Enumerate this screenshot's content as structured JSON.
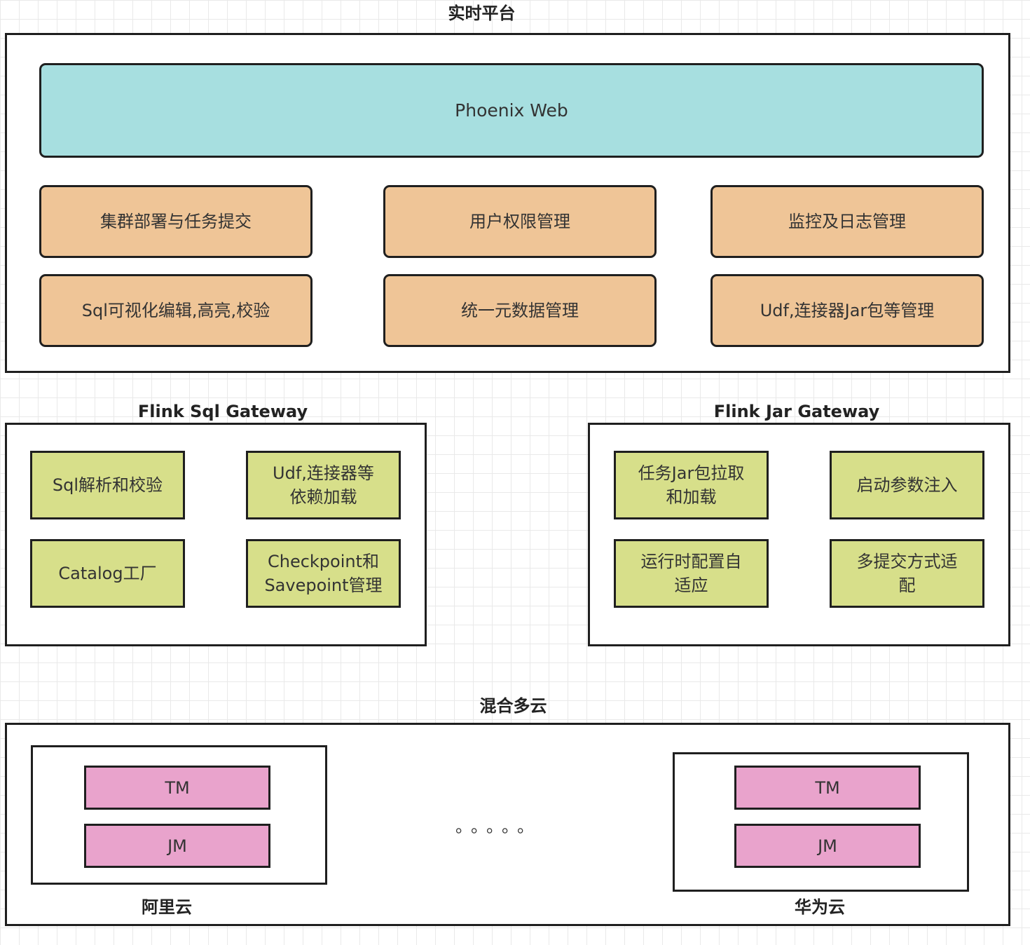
{
  "colors": {
    "web": "#a7dfe0",
    "feature": "#efc597",
    "gateway_item": "#d7df8a",
    "cloud_component": "#e9a3cc",
    "border": "#1f1f1f"
  },
  "platform": {
    "title": "实时平台",
    "web": "Phoenix Web",
    "features": [
      "集群部署与任务提交",
      "用户权限管理",
      "监控及日志管理",
      "Sql可视化编辑,高亮,校验",
      "统一元数据管理",
      "Udf,连接器Jar包等管理"
    ]
  },
  "sql_gateway": {
    "title": "Flink Sql Gateway",
    "items": [
      "Sql解析和校验",
      "Udf,连接器等\n依赖加载",
      "Catalog工厂",
      "Checkpoint和\nSavepoint管理"
    ]
  },
  "jar_gateway": {
    "title": "Flink Jar Gateway",
    "items": [
      "任务Jar包拉取\n和加载",
      "启动参数注入",
      "运行时配置自\n适应",
      "多提交方式适\n配"
    ]
  },
  "multi_cloud": {
    "title": "混合多云",
    "ellipsis": "。。。。。",
    "clouds": [
      {
        "name": "阿里云",
        "components": [
          "TM",
          "JM"
        ]
      },
      {
        "name": "华为云",
        "components": [
          "TM",
          "JM"
        ]
      }
    ]
  }
}
